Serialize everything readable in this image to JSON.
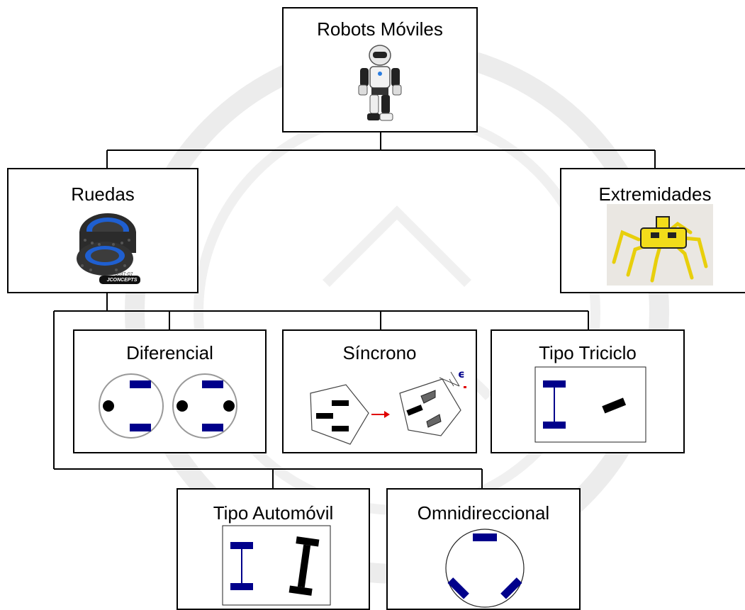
{
  "root": {
    "label": "Robots Móviles",
    "image": "humanoid-robot-image"
  },
  "categories": {
    "wheels": {
      "label": "Ruedas",
      "image": "rubber-tires-image",
      "brand": "JCONCEPTS",
      "part_no": "3037-07"
    },
    "limbs": {
      "label": "Extremidades",
      "image": "hexapod-robot-image"
    }
  },
  "wheel_types": {
    "differential": {
      "label": "Diferencial"
    },
    "synchronous": {
      "label": "Síncrono",
      "annotation": "ϵ"
    },
    "tricycle": {
      "label": "Tipo Triciclo"
    },
    "automobile": {
      "label": "Tipo Automóvil"
    },
    "omni": {
      "label": "Omnidireccional"
    }
  },
  "colors": {
    "wheel_blue": "#00008b",
    "wheel_black": "#000000",
    "arrow_red": "#e00000",
    "tire_blue": "#1f5fd0",
    "hexapod_yellow": "#f2dc1a",
    "watermark": "#ececec"
  }
}
